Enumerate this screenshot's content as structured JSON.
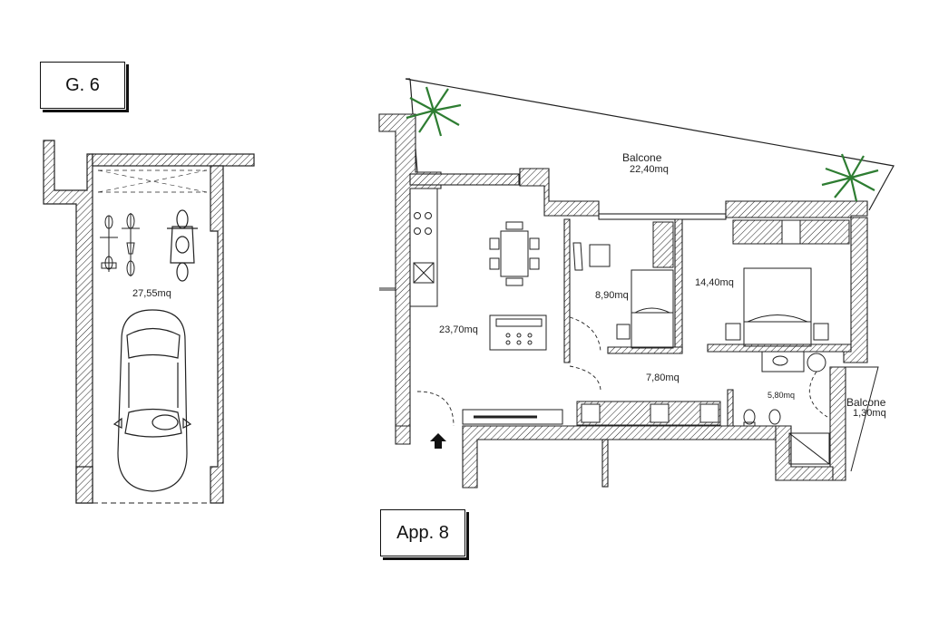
{
  "garage": {
    "tag": "G. 6",
    "area": "27,55mq"
  },
  "apartment": {
    "tag": "App. 8",
    "balcone_main_label": "Balcone",
    "balcone_main_area": "22,40mq",
    "living_area": "23,70mq",
    "bedroom_small_area": "8,90mq",
    "bedroom_large_area": "14,40mq",
    "corridor_area": "7,80mq",
    "bathroom_area": "5,80mq",
    "balcone_side_label": "Balcone",
    "balcone_side_area": "1,30mq"
  },
  "colors": {
    "wall": "#222222",
    "plant": "#2e7d32",
    "background": "#ffffff"
  }
}
